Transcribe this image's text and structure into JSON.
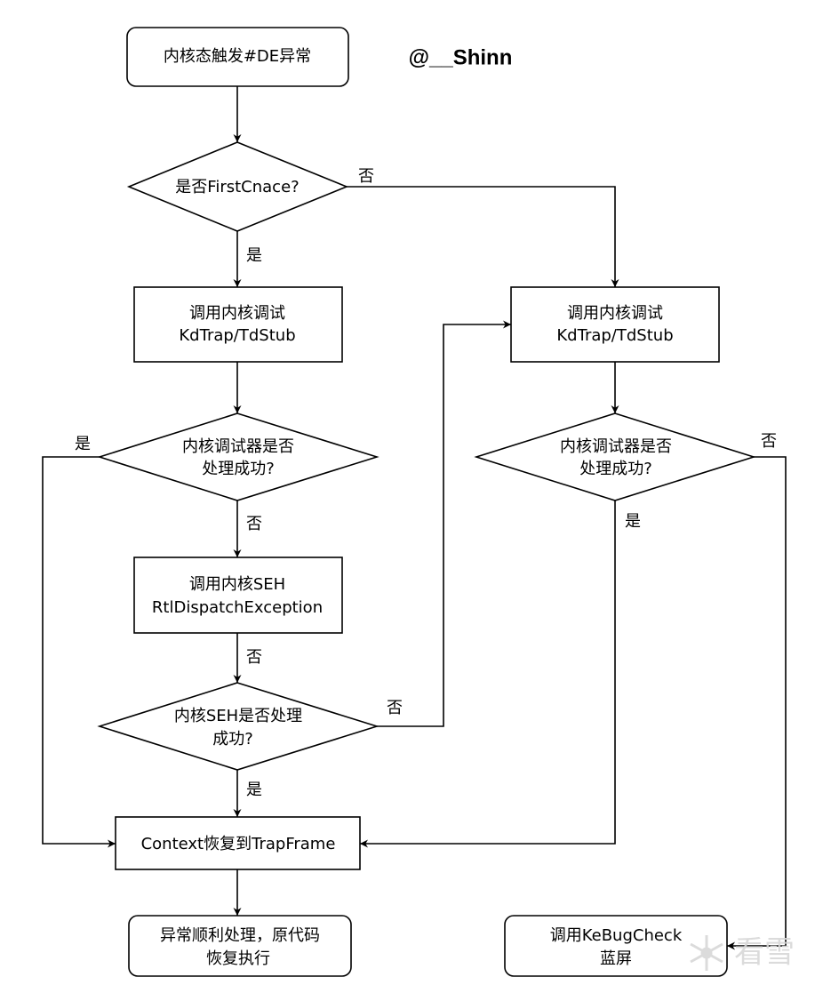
{
  "author": "@__Shinn",
  "watermark": "看雪",
  "nodes": {
    "start": "内核态触发#DE异常",
    "first_chance": "是否FirstCnace?",
    "kd_call_left": [
      "调用内核调试",
      "KdTrap/TdStub"
    ],
    "kd_result_left": [
      "内核调试器是否",
      "处理成功?"
    ],
    "seh_call": [
      "调用内核SEH",
      "RtlDispatchException"
    ],
    "seh_result": [
      "内核SEH是否处理",
      "成功?"
    ],
    "context_restore": "Context恢复到TrapFrame",
    "resume": [
      "异常顺利处理，原代码",
      "恢复执行"
    ],
    "kd_call_right": [
      "调用内核调试",
      "KdTrap/TdStub"
    ],
    "kd_result_right": [
      "内核调试器是否",
      "处理成功?"
    ],
    "bugcheck": [
      "调用KeBugCheck",
      "蓝屏"
    ]
  },
  "edge_labels": {
    "first_chance_no": "否",
    "first_chance_yes": "是",
    "kd_left_yes": "是",
    "kd_left_no": "否",
    "seh_call_no": "否",
    "seh_result_no": "否",
    "seh_result_yes": "是",
    "kd_right_no": "否",
    "kd_right_yes": "是"
  }
}
